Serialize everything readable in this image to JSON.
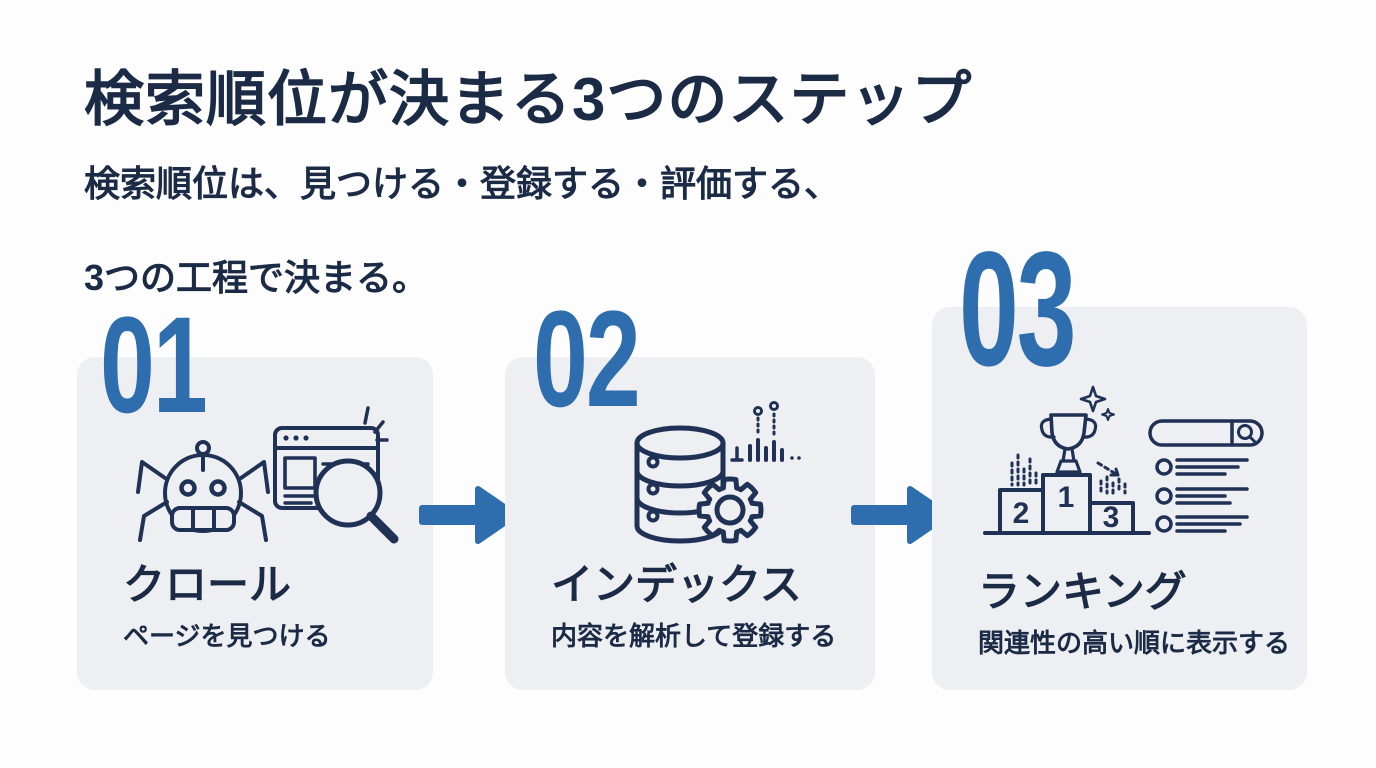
{
  "page": {
    "title": "検索順位が決まる3つのステップ",
    "subtitle_line1": "検索順位は、見つける・登録する・評価する、",
    "subtitle_line2": "3つの工程で決まる。"
  },
  "colors": {
    "page_bg": "#fdfdfe",
    "card_bg": "#edeff2",
    "accent_blue": "#2e6eae",
    "text_navy": "#1b2a45",
    "icon_stroke": "#203156"
  },
  "steps": [
    {
      "number": "01",
      "title": "クロール",
      "description": "ページを見つける",
      "icons": [
        "crawler-robot-icon",
        "browser-magnifier-icon"
      ]
    },
    {
      "number": "02",
      "title": "インデックス",
      "description": "内容を解析して登録する",
      "icons": [
        "database-icon",
        "gear-icon",
        "analytics-bars-icon"
      ]
    },
    {
      "number": "03",
      "title": "ランキング",
      "description": "関連性の高い順に表示する",
      "icons": [
        "podium-trophy-icon",
        "search-results-icon"
      ],
      "podium_labels": [
        "2",
        "1",
        "3"
      ]
    }
  ],
  "arrows": {
    "count": 2,
    "direction": "right"
  }
}
